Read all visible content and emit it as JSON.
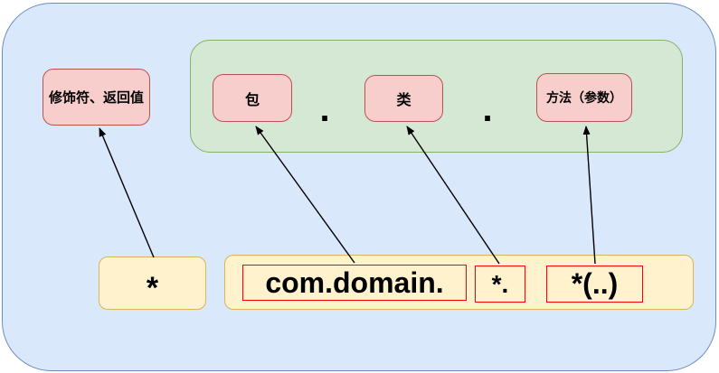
{
  "diagram": {
    "title_semantic": "AspectJ pointcut expression structure",
    "top": {
      "modifier_label": "修饰符、返回值",
      "package_label": "包",
      "separator1": ".",
      "class_label": "类",
      "separator2": ".",
      "method_label": "方法（参数）"
    },
    "bottom": {
      "modifier_example": "*",
      "package_example": "com.domain.",
      "class_example": "*.",
      "method_example": "*(..)"
    },
    "colors": {
      "canvas_fill": "#dae8fc",
      "canvas_border": "#6c8ebf",
      "group_fill": "#d5e8d4",
      "group_border": "#82b366",
      "label_fill": "#f8cecc",
      "label_border": "#b85450",
      "example_fill": "#fff2cc",
      "example_border": "#d6b656",
      "highlight_border": "#ff0000",
      "arrow": "#000000",
      "text": "#000000"
    }
  }
}
